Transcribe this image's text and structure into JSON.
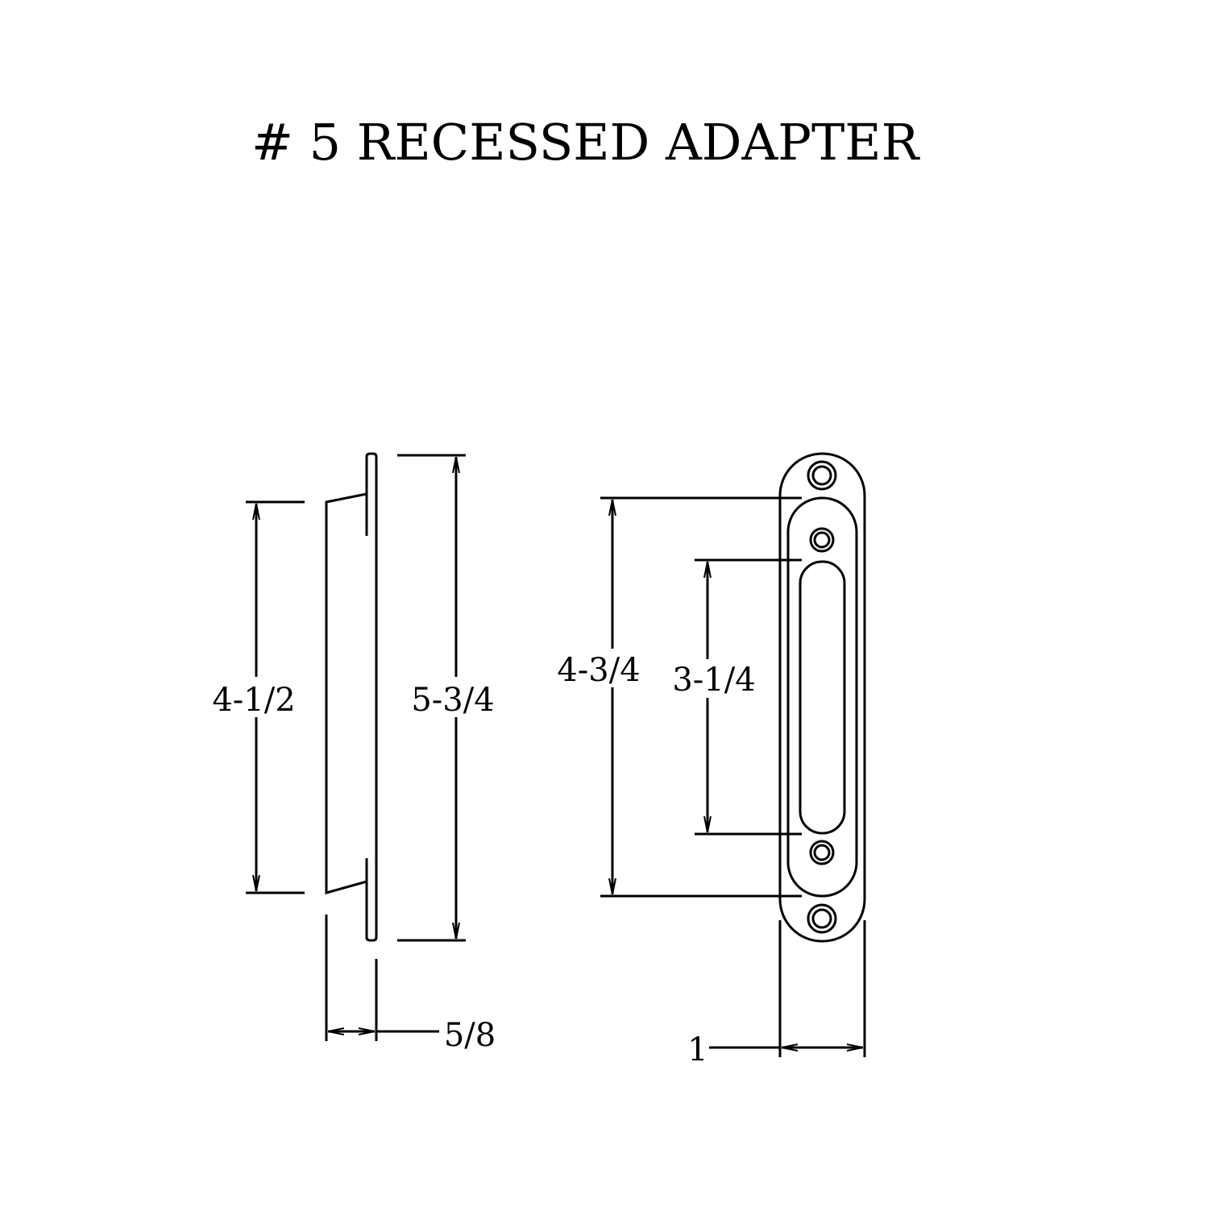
{
  "title": "# 5 RECESSED ADAPTER",
  "side_view": {
    "body_height": "4-1/2",
    "flange_height": "5-3/4",
    "depth": "5/8"
  },
  "front_view": {
    "screw_spacing": "4-3/4",
    "slot_length": "3-1/4",
    "width": "1"
  }
}
